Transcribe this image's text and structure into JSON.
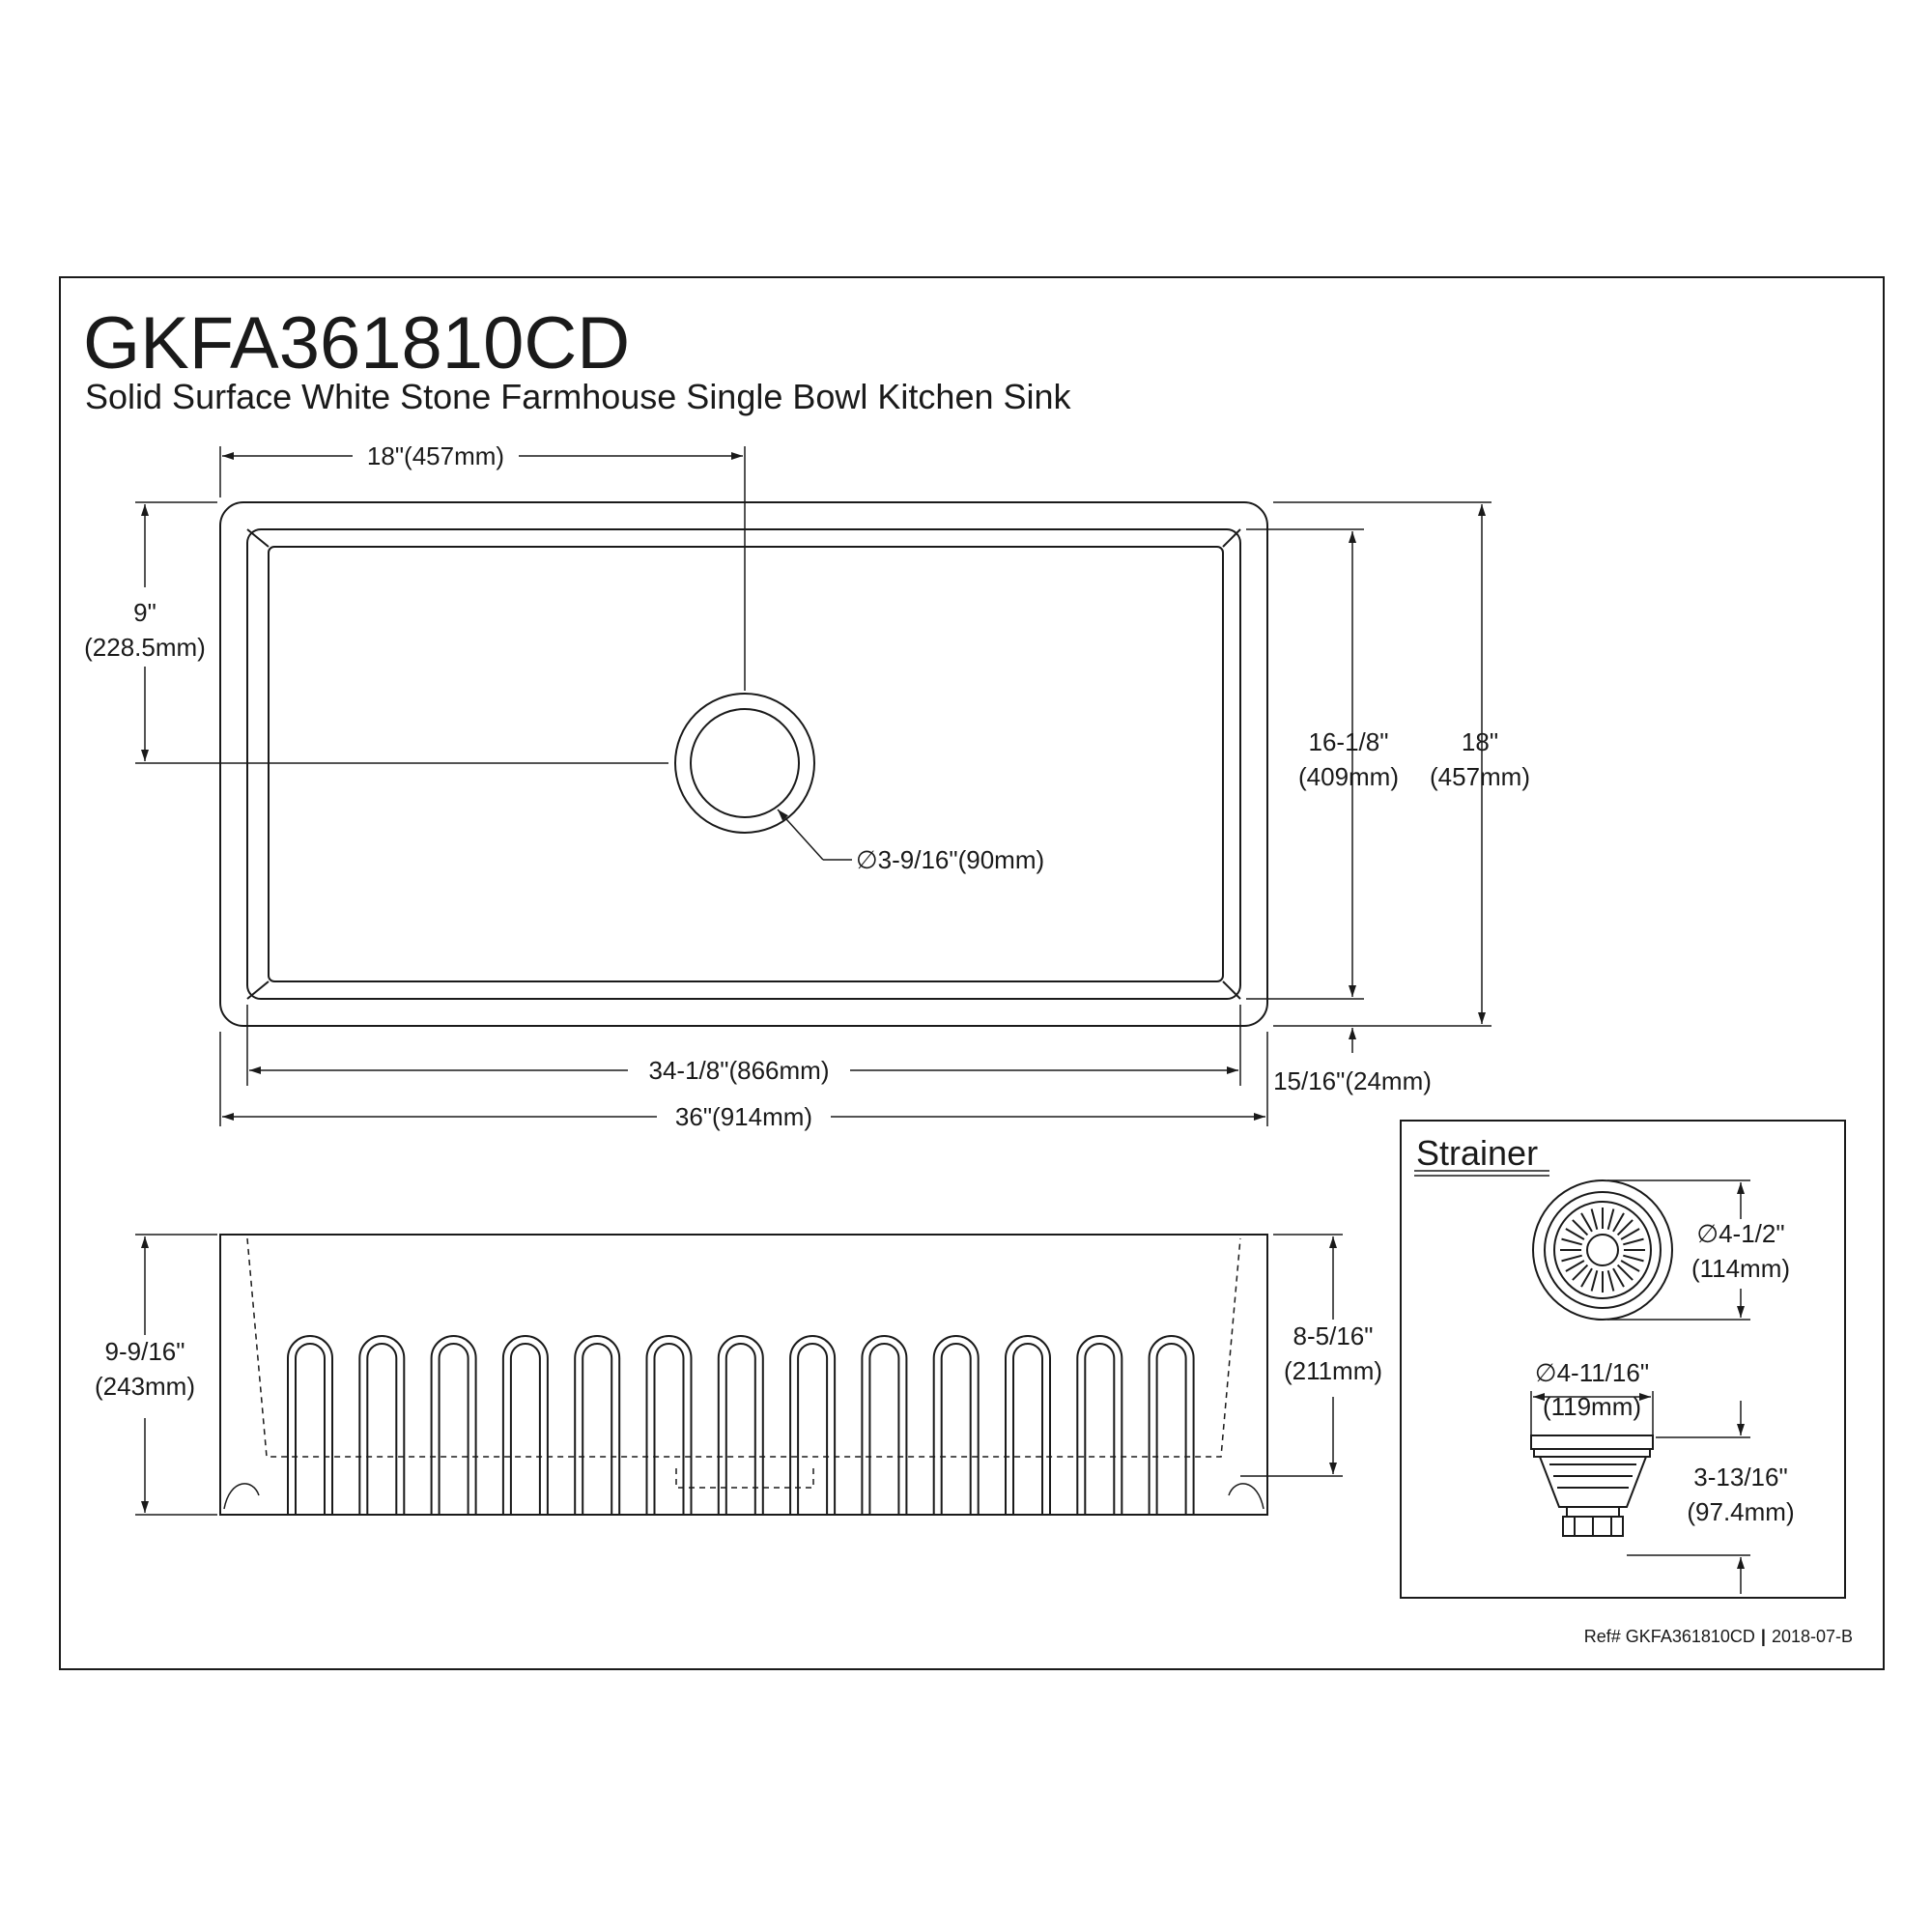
{
  "header": {
    "model": "GKFA361810CD",
    "description": "Solid Surface White Stone Farmhouse Single Bowl Kitchen Sink"
  },
  "top_view": {
    "drain_offset_x": "18\"(457mm)",
    "drain_offset_y_in": "9\"",
    "drain_offset_y_mm": "(228.5mm)",
    "drain_diameter": "∅3-9/16\"(90mm)",
    "inner_depth_in": "16-1/8\"",
    "inner_depth_mm": "(409mm)",
    "outer_depth_in": "18\"",
    "outer_depth_mm": "(457mm)",
    "inner_width": "34-1/8\"(866mm)",
    "outer_width": "36\"(914mm)",
    "rim_thickness": "15/16\"(24mm)"
  },
  "front_view": {
    "total_height_in": "9-9/16\"",
    "total_height_mm": "(243mm)",
    "bowl_height_in": "8-5/16\"",
    "bowl_height_mm": "(211mm)",
    "flute_count": 13
  },
  "strainer": {
    "title": "Strainer",
    "top_diameter_in": "∅4-1/2\"",
    "top_diameter_mm": "(114mm)",
    "flange_diameter_in": "∅4-11/16\"",
    "flange_diameter_mm": "(119mm)",
    "height_in": "3-13/16\"",
    "height_mm": "(97.4mm)"
  },
  "footer": {
    "ref": "Ref# GKFA361810CD",
    "separator": "|",
    "revision": "2018-07-B"
  }
}
